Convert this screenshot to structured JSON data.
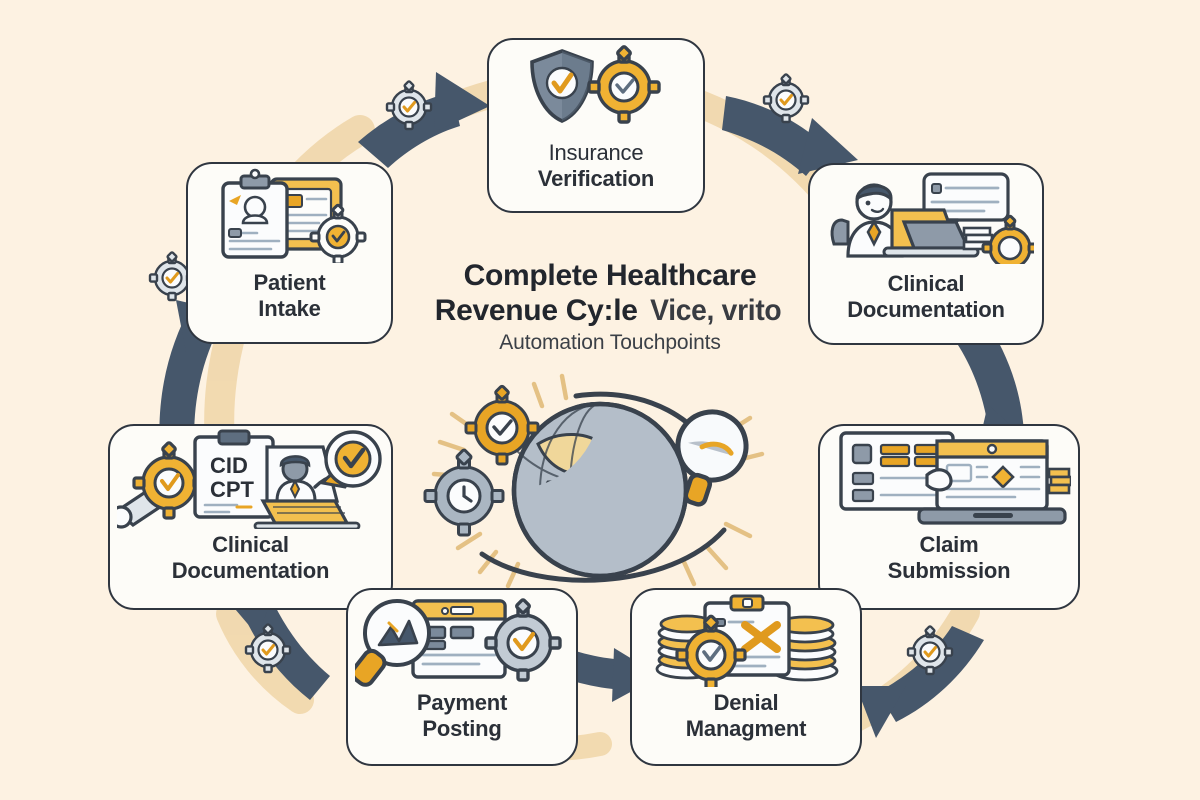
{
  "background_color": "#fdf2e2",
  "palette": {
    "ink": "#2f3640",
    "arrow_blue": "#46576b",
    "arrow_shadow_tan": "#e9c88a",
    "gold": "#e8a525",
    "gold_light": "#f5c55a",
    "steel": "#8e9aa8",
    "steel_light": "#c8d0d8",
    "card_fill": "#fdfcf8",
    "text": "#2b3038"
  },
  "center": {
    "title_line1": "Complete Healthcare",
    "title_line2_prefix": "Revenue Cy:le ",
    "title_line2_garbled": "Vice, vrito",
    "subtitle": "Automation Touchpoints",
    "art": "globe-gears-magnifier"
  },
  "cards": [
    {
      "id": "insurance",
      "line1": "Insurance",
      "line2": "Verification",
      "icon": "shield-check-gear-icon",
      "thin_first_line": true
    },
    {
      "id": "intake",
      "line1": "Patient",
      "line2": "Intake",
      "icon": "clipboard-patient-form-gear-icon",
      "thin_first_line": false
    },
    {
      "id": "clinicaldoc-top",
      "line1": "Clinical",
      "line2": "Documentation",
      "icon": "doctor-laptop-chat-gear-icon",
      "thin_first_line": false
    },
    {
      "id": "clinicaldoc-left",
      "line1": "Clinical",
      "line2": "Documentation",
      "icon": "icd-cpt-coding-robot-check-icon",
      "code_text_line1": "CID",
      "code_text_line2": "CPT",
      "thin_first_line": false
    },
    {
      "id": "claim",
      "line1": "Claim",
      "line2": "Submission",
      "icon": "laptop-claim-form-cursor-icon",
      "thin_first_line": false
    },
    {
      "id": "payment",
      "line1": "Payment",
      "line2": "Posting",
      "icon": "magnifier-document-gear-icon",
      "thin_first_line": false
    },
    {
      "id": "denial",
      "line1": "Denial",
      "line2": "Managment",
      "icon": "clipboard-x-coins-gear-icon",
      "thin_first_line": false
    }
  ],
  "flow_arrows": [
    {
      "from": "intake",
      "to": "insurance",
      "label": "arrow-intake-to-insurance",
      "gear_badge": true
    },
    {
      "from": "insurance",
      "to": "clinicaldoc-top",
      "label": "arrow-insurance-to-clinical",
      "gear_badge": true
    },
    {
      "from": "clinicaldoc-top",
      "to": "claim",
      "label": "arrow-clinical-to-claim",
      "gear_badge": false
    },
    {
      "from": "claim",
      "to": "denial",
      "label": "arrow-claim-to-denial",
      "gear_badge": true
    },
    {
      "from": "denial",
      "to": "payment",
      "label": "arrow-denial-to-payment",
      "gear_badge": false
    },
    {
      "from": "payment",
      "to": "clinicaldoc-left",
      "label": "arrow-payment-to-coding",
      "gear_badge": true
    },
    {
      "from": "clinicaldoc-left",
      "to": "intake",
      "label": "arrow-coding-to-intake",
      "gear_badge": false
    }
  ]
}
